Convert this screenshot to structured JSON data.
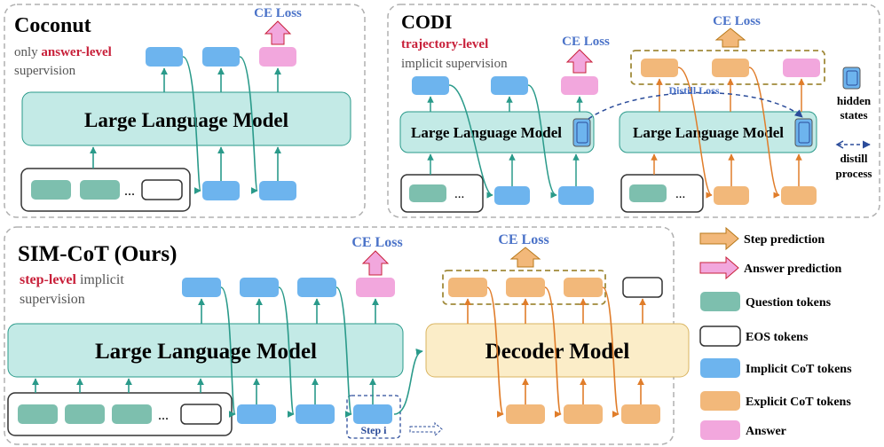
{
  "coconut": {
    "title": "Coconut",
    "desc_line1_pre": "only ",
    "desc_line1_hl": "answer-level",
    "desc_line2": "supervision",
    "llm_label": "Large Language Model",
    "loss_label": "CE Loss",
    "ellipsis": "..."
  },
  "codi": {
    "title": "CODI",
    "desc_line1_hl": "trajectory-level",
    "desc_line2": "implicit supervision",
    "llm_left_label": "Large Language Model",
    "llm_right_label": "Large Language Model",
    "loss_left": "CE Loss",
    "loss_right": "CE Loss",
    "distill_loss": "Distill Loss",
    "hidden_states_1": "hidden",
    "hidden_states_2": "states",
    "distill_process_1": "distill",
    "distill_process_2": "process",
    "ellipsis": "..."
  },
  "simcot": {
    "title": "SIM-CoT (Ours)",
    "desc_line1_hl": "step-level",
    "desc_line1_post": " implicit",
    "desc_line2": "supervision",
    "llm_label": "Large Language Model",
    "decoder_label": "Decoder Model",
    "loss_left": "CE Loss",
    "loss_right": "CE Loss",
    "step_label": "Step i",
    "ellipsis": "..."
  },
  "legend": {
    "step_prediction": "Step prediction",
    "answer_prediction": "Answer prediction",
    "question_tokens": "Question tokens",
    "eos_tokens": "EOS tokens",
    "implicit_tokens": "Implicit CoT tokens",
    "explicit_tokens": "Explicit CoT tokens",
    "answer": "Answer"
  },
  "colors": {
    "implicit": "#6db4ee",
    "explicit": "#f2b87a",
    "question": "#7dbfae",
    "answer": "#f2a7dd",
    "llm_fill": "#c3eae6",
    "decoder_fill": "#fbedc8",
    "teal_line": "#2a9a8a",
    "orange_line": "#e07d2a",
    "ce_loss_text": "#4a72c8",
    "highlight_red": "#c8203a",
    "gray_text": "#555555"
  }
}
